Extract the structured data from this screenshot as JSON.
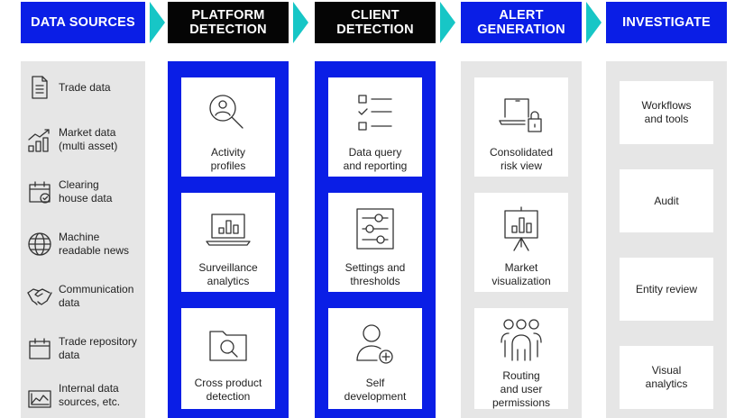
{
  "headers": [
    {
      "label": "DATA SOURCES"
    },
    {
      "label": "PLATFORM\nDETECTION"
    },
    {
      "label": "CLIENT\nDETECTION"
    },
    {
      "label": "ALERT\nGENERATION"
    },
    {
      "label": "INVESTIGATE"
    }
  ],
  "colors": {
    "blue": "#0a1ee6",
    "black": "#050505",
    "teal_arrow": "#17c6c6",
    "gray_panel": "#e6e6e6"
  },
  "data_sources": [
    {
      "label": "Trade data",
      "icon": "document-icon"
    },
    {
      "label": "Market data\n(multi asset)",
      "icon": "bar-chart-trend-icon"
    },
    {
      "label": "Clearing\nhouse data",
      "icon": "calendar-check-icon"
    },
    {
      "label": "Machine\nreadable news",
      "icon": "globe-icon"
    },
    {
      "label": "Communication\ndata",
      "icon": "handshake-icon"
    },
    {
      "label": "Trade repository\ndata",
      "icon": "calendar-icon"
    },
    {
      "label": "Internal data\nsources, etc.",
      "icon": "chart-window-icon"
    }
  ],
  "platform_detection": [
    {
      "label": "Activity\nprofiles",
      "icon": "user-search-icon"
    },
    {
      "label": "Surveillance\nanalytics",
      "icon": "laptop-chart-icon"
    },
    {
      "label": "Cross product\ndetection",
      "icon": "folder-search-icon"
    }
  ],
  "client_detection": [
    {
      "label": "Data query\nand reporting",
      "icon": "checklist-icon"
    },
    {
      "label": "Settings and\nthresholds",
      "icon": "sliders-icon"
    },
    {
      "label": "Self\ndevelopment",
      "icon": "user-add-icon"
    }
  ],
  "alert_generation": [
    {
      "label": "Consolidated\nrisk view",
      "icon": "laptop-lock-icon"
    },
    {
      "label": "Market\nvisualization",
      "icon": "presentation-chart-icon"
    },
    {
      "label": "Routing\nand user\npermissions",
      "icon": "group-icon"
    }
  ],
  "investigate": [
    {
      "label": "Workflows\nand tools"
    },
    {
      "label": "Audit"
    },
    {
      "label": "Entity review"
    },
    {
      "label": "Visual\nanalytics"
    }
  ]
}
